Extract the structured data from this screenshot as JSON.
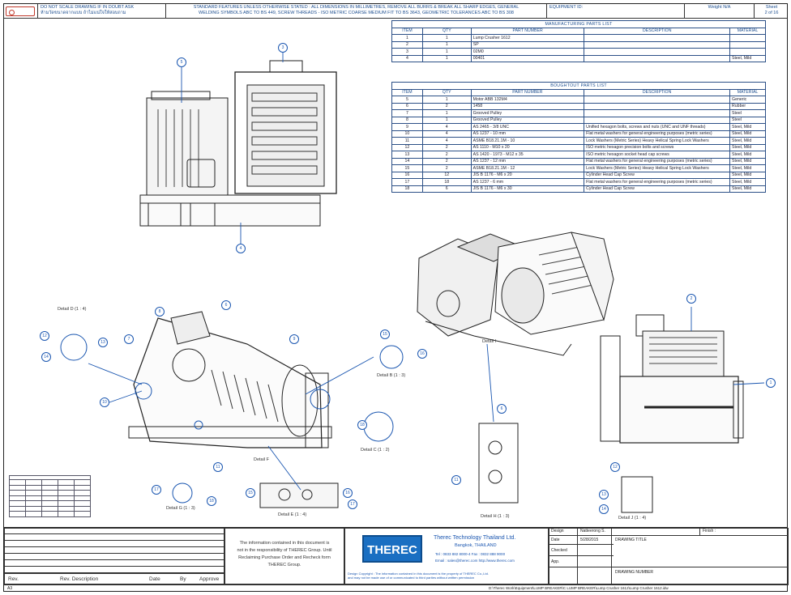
{
  "header": {
    "note_left": "DO NOT SCALE DRAWING IF IN DOUBT ASK",
    "note_left_2": "ห้ามวัดขนาดจากแบบ ถ้าไม่แน่ใจให้สอบถาม",
    "standards_1": "STANDARD FEATURES UNLESS OTHERWISE STATED : ALL DIMENSIONS IN MILLIMETRES, REMOVE ALL BURRS & BREAK ALL SHARP EDGES, GENERAL",
    "standards_2": "WELDING SYMBOLS ABC TO BS 449, SCREW THREADS - ISO METRIC COARSE MEDIUM FIT TO BS 3643, GEOMETRIC TOLERANCES ABC TO BS 308",
    "equipment": "EQUIPMENT ID:",
    "weight_label": "Weight",
    "weight_value": "N/A",
    "sheet_label": "Sheet",
    "sheet_value": "2 of 16"
  },
  "manufacturing_list": {
    "caption": "MANUFACTURING PARTS LIST",
    "headers": [
      "ITEM",
      "QTY",
      "PART NUMBER",
      "DESCRIPTION",
      "MATERIAL"
    ],
    "rows": [
      [
        "1",
        "1",
        "Lump Crusher 1612",
        "",
        ""
      ],
      [
        "2",
        "1",
        "SP",
        "",
        ""
      ],
      [
        "3",
        "1",
        "02M0",
        "",
        ""
      ],
      [
        "4",
        "1",
        "00401",
        "",
        "Steel, Mild"
      ]
    ]
  },
  "bought_list": {
    "caption": "BOUGHTOUT PARTS LIST",
    "headers": [
      "ITEM",
      "QTY",
      "PART NUMBER",
      "DESCRIPTION",
      "MATERIAL"
    ],
    "rows": [
      [
        "5",
        "1",
        "Motor ABB 132M4",
        "",
        "Generic"
      ],
      [
        "6",
        "2",
        "1458",
        "",
        "Rubber"
      ],
      [
        "7",
        "1",
        "Grooved Pulley",
        "",
        "Steel"
      ],
      [
        "8",
        "1",
        "Grooved Pulley",
        "",
        "Steel"
      ],
      [
        "9",
        "4",
        "AS 2465 - 3/8 UNC",
        "Unified hexagon bolts, screws and nuts (UNC and UNF threads)",
        "Steel, Mild"
      ],
      [
        "10",
        "4",
        "AS 1237 - 10 mm",
        "Flat metal washers for general engineering purposes (metric series)",
        "Steel, Mild"
      ],
      [
        "11",
        "4",
        "ASME B18.21.1M - 10",
        "Lock Washers (Metric Series) Heavy Helical Spring Lock Washers",
        "Steel, Mild"
      ],
      [
        "12",
        "2",
        "AS 1110 - M10 x 20",
        "ISO metric hexagon precision bolts and screws",
        "Steel, Mild"
      ],
      [
        "13",
        "2",
        "AS 1420 - 1973 - M12 x 35",
        "ISO metric hexagon socket head cap screws",
        "Steel, Mild"
      ],
      [
        "14",
        "2",
        "AS 1237 - 12 mm",
        "Flat metal washers for general engineering purposes (metric series)",
        "Steel, Mild"
      ],
      [
        "15",
        "2",
        "ASME B18.21.1M - 12",
        "Lock Washers (Metric Series) Heavy Helical Spring Lock Washers",
        "Steel, Mild"
      ],
      [
        "16",
        "12",
        "JIS B 1176 - M6 x 20",
        "Cylinder Head Cap Screw",
        "Steel, Mild"
      ],
      [
        "17",
        "18",
        "AS 1237 - 6 mm",
        "Flat metal washers for general engineering purposes (metric series)",
        "Steel, Mild"
      ],
      [
        "18",
        "6",
        "JIS B 1176 - M6 x 30",
        "Cylinder Head Cap Screw",
        "Steel, Mild"
      ]
    ]
  },
  "details": {
    "detail_a": "Detail D (1 : 4)",
    "detail_b": "Detail B (1 : 3)",
    "detail_c": "Detail C (1 : 2)",
    "detail_d": "Detail F",
    "detail_e": "Detail E (1 : 4)",
    "detail_f": "Detail G (1 : 3)",
    "detail_g": "Detail H (1 : 3)",
    "detail_h": "Detail J (1 : 4)",
    "detail_i": "Detail I"
  },
  "callouts": [
    "1",
    "2",
    "3",
    "4",
    "5",
    "6",
    "7",
    "8",
    "9",
    "10",
    "11",
    "12",
    "13",
    "14",
    "15",
    "16",
    "17",
    "18"
  ],
  "title_block": {
    "rev": "Rev.",
    "description": "Rev. Description",
    "date": "Date",
    "by": "By",
    "approve": "Approve",
    "info_1": "The information contained in this document is",
    "info_2": "not in the responsibility of THEREC Group. Until",
    "info_3": "Reclaiming Purchase Order and Recheck form",
    "info_4": "THEREC Group.",
    "logo": "THEREC",
    "company": "Therec Technology Thailand Ltd.",
    "city": "Bangkok, THAILAND",
    "tel": "Tel : 0833 882 8000-4     Fax : 0832 888 9000",
    "email": "Email : sales@therec.com     http://www.therec.com",
    "copyright_1": "Design Copyright : The information contained in this document is the property of THEREC Co.,Ltd.",
    "copyright_2": "and may not be made use of or communicated to third parties without written permission",
    "design_label": "Design",
    "design_value": "Natteerong S.",
    "date_label": "Date",
    "date_value": "5/28/2015",
    "checked_label": "Checked",
    "app_label": "App.",
    "drawing_title_label": "DRAWING TITLE",
    "finish_label": "Finish :",
    "drawing_number_label": "DRAWING NUMBER",
    "size": "A3",
    "path": "D:\\Therec Work\\Equipment\\LUMP BREAKER\\C LUMP BREAKER\\Lump Crusher 1612\\Lump Crusher 1612.idw"
  }
}
